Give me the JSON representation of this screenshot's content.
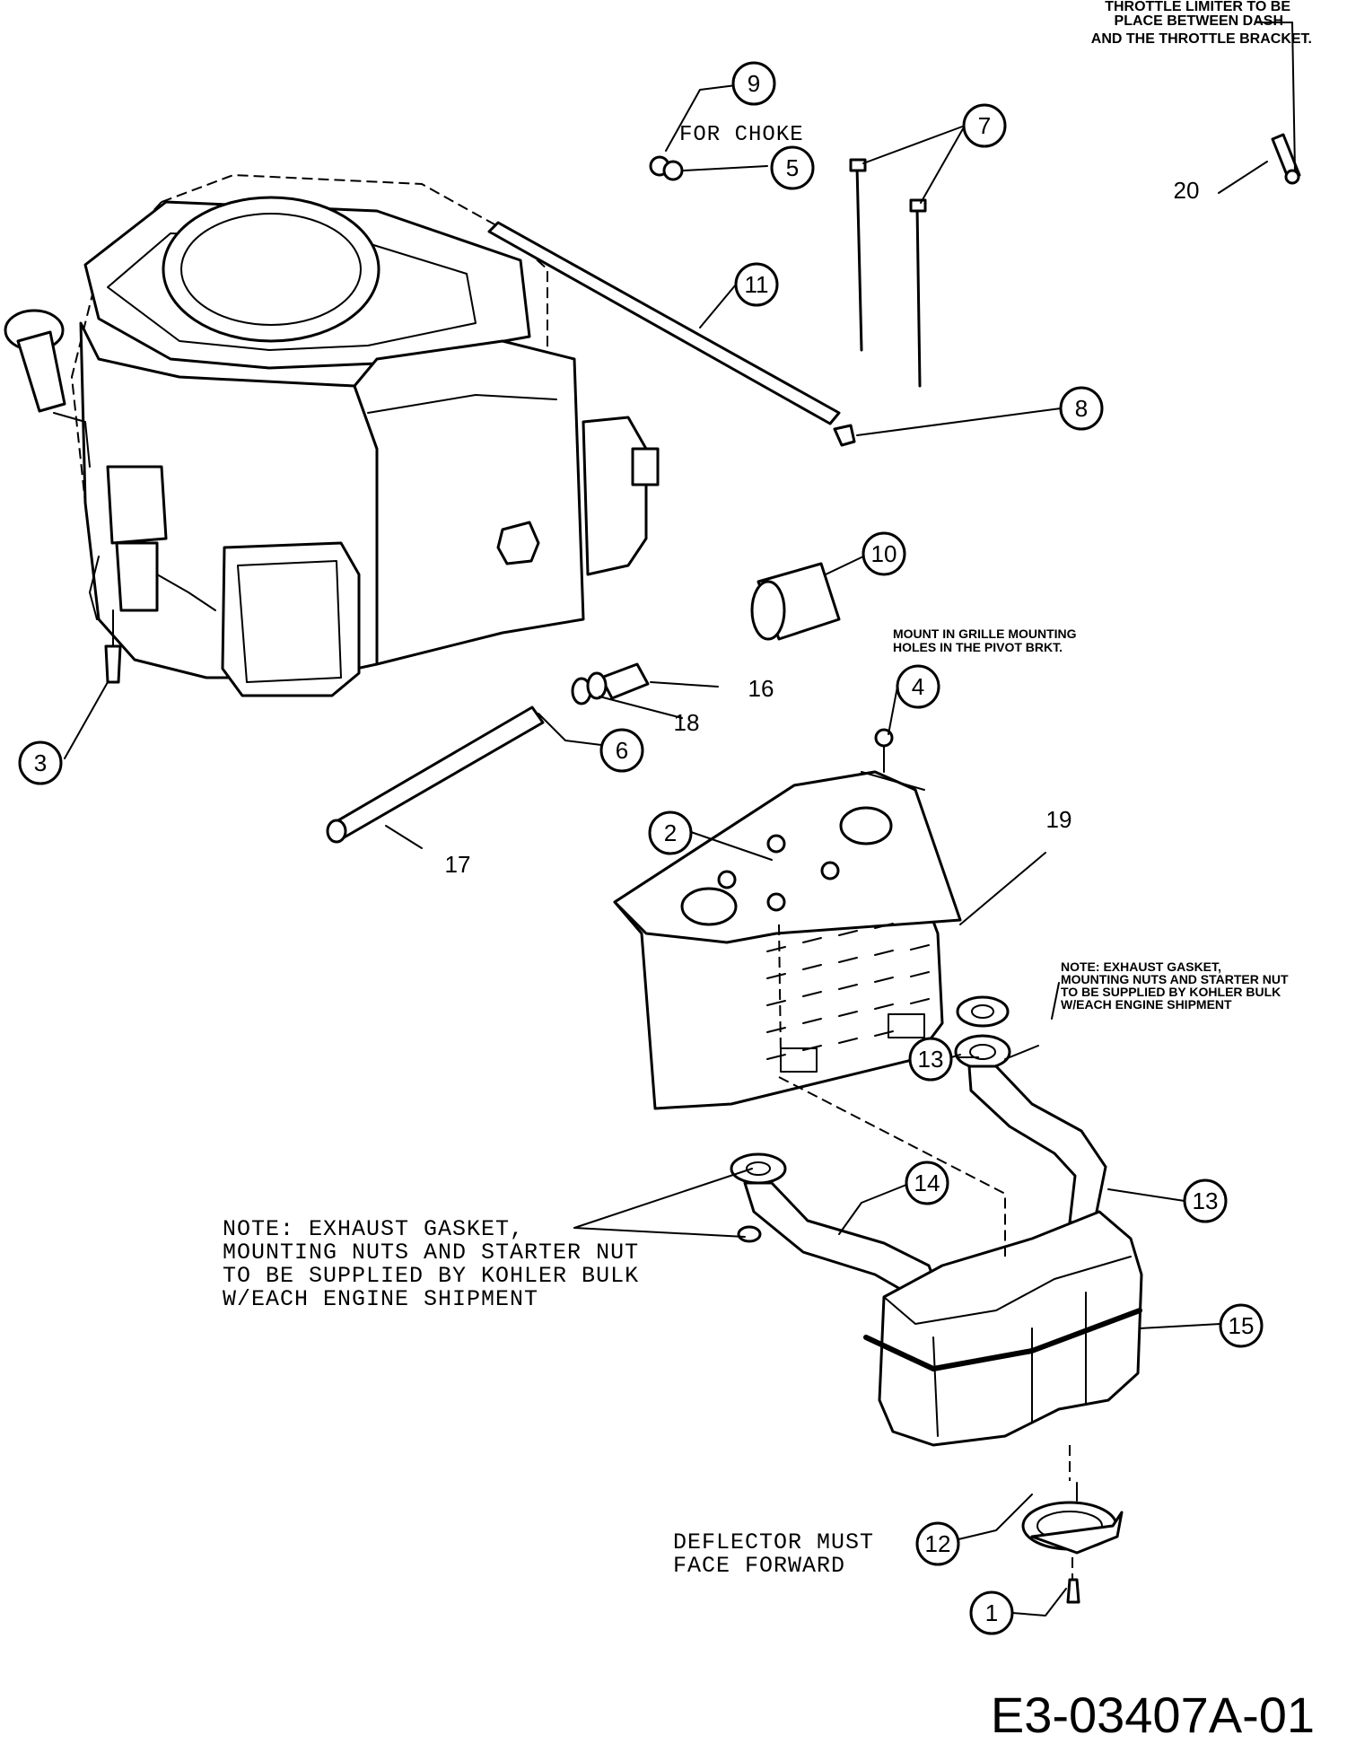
{
  "diagram_id": "E3-03407A-01",
  "notes": {
    "throttle_limiter": [
      "THROTTLE LIMITER TO BE",
      "PLACE BETWEEN DASH",
      "AND THE THROTTLE BRACKET."
    ],
    "for_choke": "FOR CHOKE",
    "grille_mount": [
      "MOUNT IN GRILLE MOUNTING",
      "HOLES IN THE PIVOT BRKT."
    ],
    "exhaust_gasket_right": [
      "NOTE: EXHAUST GASKET,",
      "MOUNTING NUTS AND STARTER NUT",
      "TO BE SUPPLIED BY KOHLER BULK",
      "W/EACH ENGINE SHIPMENT"
    ],
    "exhaust_gasket_left": [
      "NOTE: EXHAUST GASKET,",
      "MOUNTING NUTS AND STARTER NUT",
      "TO BE SUPPLIED BY KOHLER BULK",
      "W/EACH ENGINE SHIPMENT"
    ],
    "deflector": [
      "DEFLECTOR MUST",
      "FACE FORWARD"
    ]
  },
  "callouts": [
    "9",
    "5",
    "7",
    "11",
    "8",
    "10",
    "4",
    "3",
    "6",
    "2",
    "13",
    "13",
    "14",
    "15",
    "12",
    "1"
  ],
  "bare_labels": [
    "20",
    "16",
    "18",
    "17",
    "19"
  ]
}
